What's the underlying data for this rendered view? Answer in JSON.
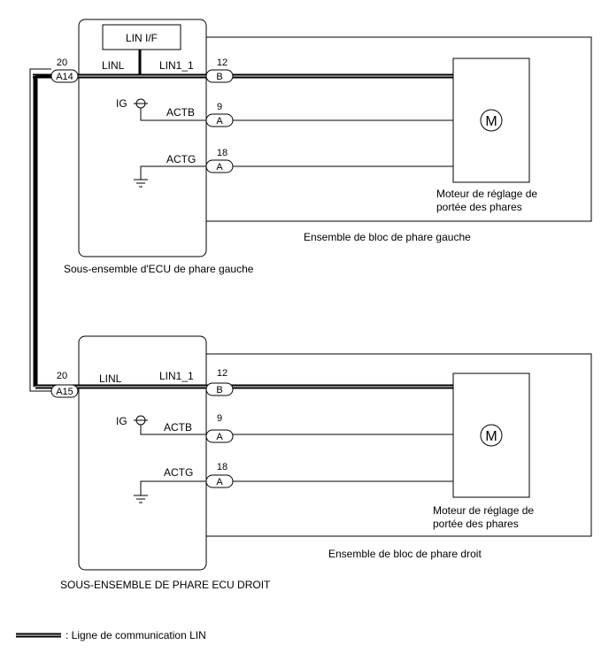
{
  "wiring": {
    "lin_if": "LIN I/F",
    "left_ecu": {
      "name": "Sous-ensemble d'ECU de phare gauche",
      "connector_pin": "20",
      "connector_id": "A14",
      "linl": "LINL",
      "lin1": "LIN1_1",
      "ig": "IG",
      "actb": "ACTB",
      "actg": "ACTG"
    },
    "left_headlamp": {
      "name": "Ensemble de bloc de phare gauche",
      "pin_b": "12",
      "conn_b": "B",
      "pin_actb": "9",
      "conn_actb": "A",
      "pin_actg": "18",
      "conn_actg": "A",
      "motor_symbol": "M",
      "motor_line1": "Moteur de réglage de",
      "motor_line2": "portée des phares"
    },
    "right_ecu": {
      "name": "SOUS-ENSEMBLE DE PHARE ECU DROIT",
      "connector_pin": "20",
      "connector_id": "A15",
      "linl": "LINL",
      "lin1": "LIN1_1",
      "ig": "IG",
      "actb": "ACTB",
      "actg": "ACTG"
    },
    "right_headlamp": {
      "name": "Ensemble de bloc de phare droit",
      "pin_b": "12",
      "conn_b": "B",
      "pin_actb": "9",
      "conn_actb": "A",
      "pin_actg": "18",
      "conn_actg": "A",
      "motor_symbol": "M",
      "motor_line1": "Moteur de réglage de",
      "motor_line2": "portée des phares"
    }
  },
  "legend": {
    "text": ": Ligne de communication LIN"
  }
}
